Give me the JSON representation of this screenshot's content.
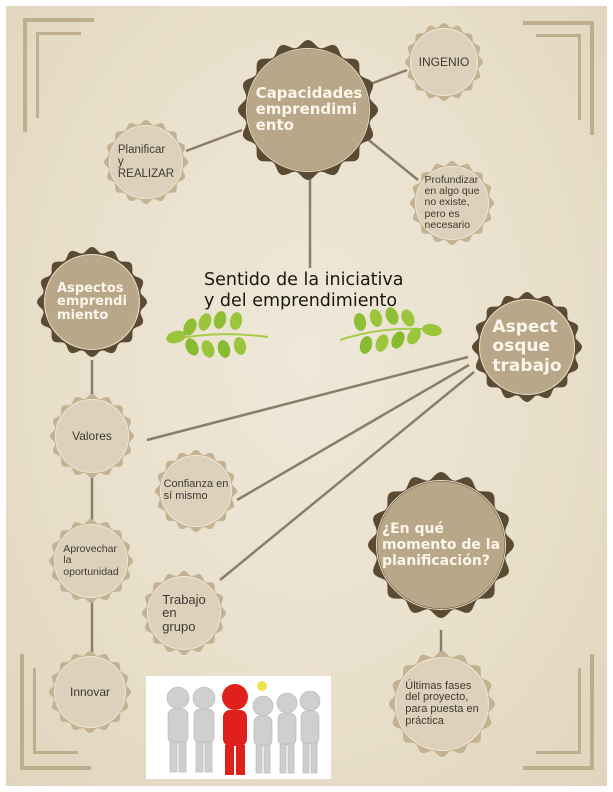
{
  "colors": {
    "background": "#e9e0cc",
    "dark_node": "#5b4b33",
    "dark_node_fill": "#b9a789",
    "light_node_edge": "#c4b293",
    "light_node_fill": "#ddd1bb",
    "connector": "#8a7e6a",
    "corner_frame": "#bfae8d",
    "leaf_green": "#9bc53d"
  },
  "title": {
    "line1": "Sentido de la iniciativa",
    "line2": "y del emprendimiento"
  },
  "nodes": {
    "capacidades": "Capacidades\nemprendimi\nento",
    "ingenio": "INGENIO",
    "planificar": "Planificar\ny\nREALIZAR",
    "profundizar": "Profundizar\nen algo que\nno existe,\npero es\nnecesario",
    "aspectos_emprendimiento": "Aspectos\nemprendi\nmiento",
    "aspectos_trabajo": "Aspect\nosque\ntrabajo",
    "valores": "Valores",
    "confianza": "Confianza en\nsí mismo",
    "aprovechar": "Aprovechar\nla\noportunidad",
    "trabajo_grupo": "Trabajo\nen\ngrupo",
    "momento": "¿En qué\nmomento de la\nplanificación?",
    "innovar": "Innovar",
    "ultimas_fases": "Últimas fases\ndel proyecto,\npara puesta en\npráctica"
  },
  "image": {
    "description": "group-of-figures-red-leader-icon"
  }
}
